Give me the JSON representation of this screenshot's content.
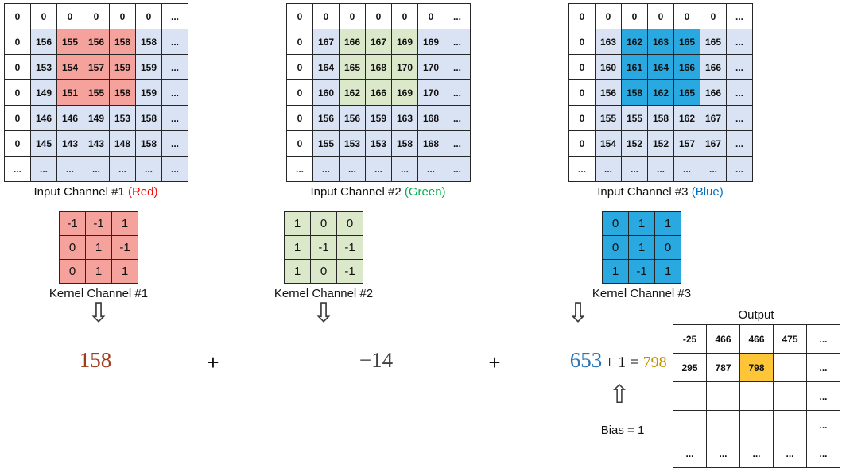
{
  "channels": [
    {
      "label": "Input Channel #1 ",
      "label_colored": "(Red)",
      "label_color": "#ff0000",
      "cell_color": "#dae3f3",
      "zero_cell_color": "#ffffff",
      "highlight_color": "#f4a29b",
      "grid": [
        [
          "0",
          "0",
          "0",
          "0",
          "0",
          "0",
          "..."
        ],
        [
          "0",
          "156",
          "155",
          "156",
          "158",
          "158",
          "..."
        ],
        [
          "0",
          "153",
          "154",
          "157",
          "159",
          "159",
          "..."
        ],
        [
          "0",
          "149",
          "151",
          "155",
          "158",
          "159",
          "..."
        ],
        [
          "0",
          "146",
          "146",
          "149",
          "153",
          "158",
          "..."
        ],
        [
          "0",
          "145",
          "143",
          "143",
          "148",
          "158",
          "..."
        ],
        [
          "...",
          "...",
          "...",
          "...",
          "...",
          "...",
          "..."
        ]
      ],
      "highlight": {
        "row_start": 1,
        "row_end": 3,
        "col_start": 2,
        "col_end": 4
      },
      "kernel_label": "Kernel Channel #1",
      "kernel": [
        [
          "-1",
          "-1",
          "1"
        ],
        [
          "0",
          "1",
          "-1"
        ],
        [
          "0",
          "1",
          "1"
        ]
      ],
      "result": "158",
      "result_color": "#a23b1e"
    },
    {
      "label": "Input Channel #2 ",
      "label_colored": "(Green)",
      "label_color": "#00b050",
      "cell_color": "#dae3f3",
      "zero_cell_color": "#ffffff",
      "highlight_color": "#dbe8c9",
      "grid": [
        [
          "0",
          "0",
          "0",
          "0",
          "0",
          "0",
          "..."
        ],
        [
          "0",
          "167",
          "166",
          "167",
          "169",
          "169",
          "..."
        ],
        [
          "0",
          "164",
          "165",
          "168",
          "170",
          "170",
          "..."
        ],
        [
          "0",
          "160",
          "162",
          "166",
          "169",
          "170",
          "..."
        ],
        [
          "0",
          "156",
          "156",
          "159",
          "163",
          "168",
          "..."
        ],
        [
          "0",
          "155",
          "153",
          "153",
          "158",
          "168",
          "..."
        ],
        [
          "...",
          "...",
          "...",
          "...",
          "...",
          "...",
          "..."
        ]
      ],
      "highlight": {
        "row_start": 1,
        "row_end": 3,
        "col_start": 2,
        "col_end": 4
      },
      "kernel_label": "Kernel Channel #2",
      "kernel": [
        [
          "1",
          "0",
          "0"
        ],
        [
          "1",
          "-1",
          "-1"
        ],
        [
          "1",
          "0",
          "-1"
        ]
      ],
      "result": "−14",
      "result_color": "#404040"
    },
    {
      "label": "Input Channel #3 ",
      "label_colored": "(Blue)",
      "label_color": "#0070c0",
      "cell_color": "#dae3f3",
      "zero_cell_color": "#ffffff",
      "highlight_color": "#29a9e0",
      "grid": [
        [
          "0",
          "0",
          "0",
          "0",
          "0",
          "0",
          "..."
        ],
        [
          "0",
          "163",
          "162",
          "163",
          "165",
          "165",
          "..."
        ],
        [
          "0",
          "160",
          "161",
          "164",
          "166",
          "166",
          "..."
        ],
        [
          "0",
          "156",
          "158",
          "162",
          "165",
          "166",
          "..."
        ],
        [
          "0",
          "155",
          "155",
          "158",
          "162",
          "167",
          "..."
        ],
        [
          "0",
          "154",
          "152",
          "152",
          "157",
          "167",
          "..."
        ],
        [
          "...",
          "...",
          "...",
          "...",
          "...",
          "...",
          "..."
        ]
      ],
      "highlight": {
        "row_start": 1,
        "row_end": 3,
        "col_start": 2,
        "col_end": 4
      },
      "kernel_label": "Kernel Channel #3",
      "kernel": [
        [
          "0",
          "1",
          "1"
        ],
        [
          "0",
          "1",
          "0"
        ],
        [
          "1",
          "-1",
          "1"
        ]
      ],
      "result": "653",
      "result_color": "#2e75b6"
    }
  ],
  "operators": {
    "plus1": "+",
    "plus2": "+",
    "bias_expr_prefix": "+ 1 = ",
    "bias_result": "798",
    "bias_result_color": "#bf9000",
    "bias_label": "Bias = 1"
  },
  "arrows": {
    "down": "⇩",
    "up": "⇧"
  },
  "output": {
    "title": "Output",
    "grid": [
      [
        "-25",
        "466",
        "466",
        "475",
        "..."
      ],
      [
        "295",
        "787",
        "798",
        "",
        "..."
      ],
      [
        "",
        "",
        "",
        "",
        "..."
      ],
      [
        "",
        "",
        "",
        "",
        "..."
      ],
      [
        "...",
        "...",
        "...",
        "...",
        "..."
      ]
    ],
    "highlight": {
      "row": 1,
      "col": 2
    },
    "highlight_color": "#fdc537"
  }
}
